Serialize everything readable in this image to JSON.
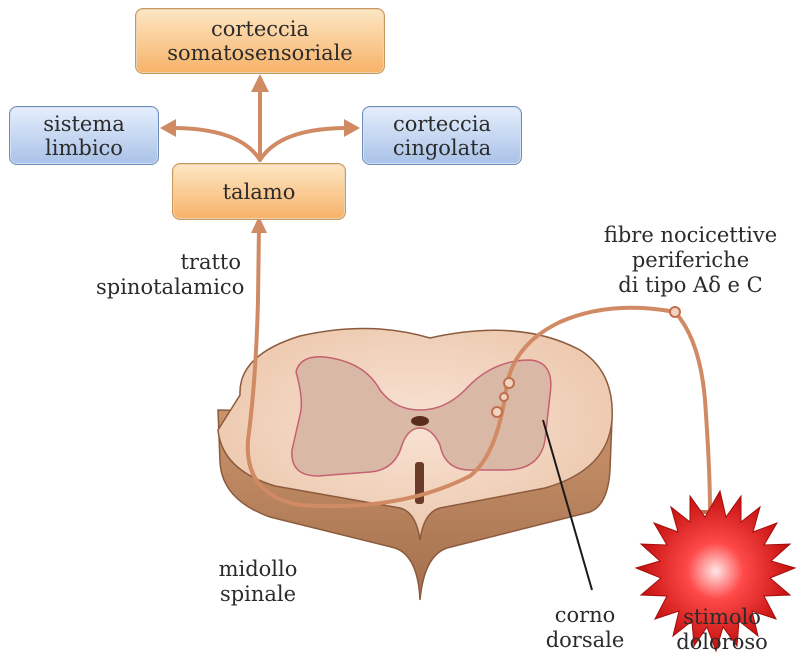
{
  "boxes": {
    "cortex": [
      "corteccia",
      "somatosensoriale"
    ],
    "limbic": [
      "sistema",
      "limbico"
    ],
    "cingulate": [
      "corteccia",
      "cingolata"
    ],
    "thalamus": [
      "talamo"
    ]
  },
  "labels": {
    "tract": [
      "tratto",
      "spinotalamico"
    ],
    "fibers": [
      "fibre nocicettive",
      "periferiche",
      "di tipo Aδ e C"
    ],
    "cord": [
      "midollo",
      "spinale"
    ],
    "horn": [
      "corno",
      "dorsale"
    ],
    "stimulus": [
      "stimolo",
      "doloroso"
    ]
  },
  "colors": {
    "pathway": "#d08a64",
    "orange_box": "#f7b268",
    "blue_box": "#a9c2e8",
    "cord_tissue": "#f1d4bf",
    "gray_matter": "#d9b7a5",
    "stimulus": "#e01818"
  }
}
